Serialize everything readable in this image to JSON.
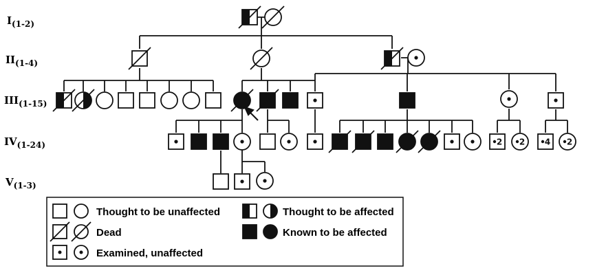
{
  "generations": [
    {
      "numeral": "I",
      "range": "(1-2)"
    },
    {
      "numeral": "II",
      "range": "(1-4)"
    },
    {
      "numeral": "III",
      "range": "(1-15)"
    },
    {
      "numeral": "IV",
      "range": "(1-24)"
    },
    {
      "numeral": "V",
      "range": "(1-3)"
    }
  ],
  "individuals": [
    {
      "gen": 1,
      "shape": "square",
      "status": "half",
      "dead": true
    },
    {
      "gen": 1,
      "shape": "circle",
      "status": "unaffected",
      "dead": true
    },
    {
      "gen": 2,
      "shape": "square",
      "status": "unaffected",
      "dead": true
    },
    {
      "gen": 2,
      "shape": "circle",
      "status": "unaffected",
      "dead": true
    },
    {
      "gen": 2,
      "shape": "square",
      "status": "half",
      "dead": true
    },
    {
      "gen": 2,
      "shape": "circle",
      "status": "examined",
      "dead": false
    },
    {
      "gen": 3,
      "shape": "square",
      "status": "half",
      "dead": true
    },
    {
      "gen": 3,
      "shape": "circle",
      "status": "half",
      "dead": true
    },
    {
      "gen": 3,
      "shape": "circle",
      "status": "unaffected",
      "dead": false
    },
    {
      "gen": 3,
      "shape": "square",
      "status": "unaffected",
      "dead": false
    },
    {
      "gen": 3,
      "shape": "square",
      "status": "unaffected",
      "dead": false
    },
    {
      "gen": 3,
      "shape": "circle",
      "status": "unaffected",
      "dead": false
    },
    {
      "gen": 3,
      "shape": "circle",
      "status": "unaffected",
      "dead": false
    },
    {
      "gen": 3,
      "shape": "square",
      "status": "unaffected",
      "dead": false
    },
    {
      "gen": 3,
      "shape": "circle",
      "status": "affected",
      "dead": true,
      "proband": true
    },
    {
      "gen": 3,
      "shape": "square",
      "status": "affected",
      "dead": true
    },
    {
      "gen": 3,
      "shape": "square",
      "status": "affected",
      "dead": false
    },
    {
      "gen": 3,
      "shape": "square",
      "status": "examined",
      "dead": false
    },
    {
      "gen": 3,
      "shape": "square",
      "status": "affected",
      "dead": false
    },
    {
      "gen": 3,
      "shape": "circle",
      "status": "examined",
      "dead": false
    },
    {
      "gen": 3,
      "shape": "square",
      "status": "examined",
      "dead": false
    },
    {
      "gen": 4,
      "shape": "square",
      "status": "examined",
      "dead": false
    },
    {
      "gen": 4,
      "shape": "square",
      "status": "affected",
      "dead": false
    },
    {
      "gen": 4,
      "shape": "square",
      "status": "affected",
      "dead": false
    },
    {
      "gen": 4,
      "shape": "circle",
      "status": "examined",
      "dead": false
    },
    {
      "gen": 4,
      "shape": "square",
      "status": "unaffected",
      "dead": false
    },
    {
      "gen": 4,
      "shape": "circle",
      "status": "examined",
      "dead": false
    },
    {
      "gen": 4,
      "shape": "square",
      "status": "examined",
      "dead": false
    },
    {
      "gen": 4,
      "shape": "square",
      "status": "affected",
      "dead": true
    },
    {
      "gen": 4,
      "shape": "square",
      "status": "affected",
      "dead": true
    },
    {
      "gen": 4,
      "shape": "square",
      "status": "affected",
      "dead": false
    },
    {
      "gen": 4,
      "shape": "circle",
      "status": "affected",
      "dead": true
    },
    {
      "gen": 4,
      "shape": "circle",
      "status": "affected",
      "dead": true
    },
    {
      "gen": 4,
      "shape": "square",
      "status": "examined",
      "dead": false
    },
    {
      "gen": 4,
      "shape": "circle",
      "status": "examined",
      "dead": false
    },
    {
      "gen": 4,
      "shape": "square",
      "status": "examined",
      "count": "2"
    },
    {
      "gen": 4,
      "shape": "circle",
      "status": "examined",
      "count": "2"
    },
    {
      "gen": 4,
      "shape": "square",
      "status": "examined",
      "count": "4"
    },
    {
      "gen": 4,
      "shape": "circle",
      "status": "examined",
      "count": "2"
    },
    {
      "gen": 5,
      "shape": "square",
      "status": "unaffected",
      "dead": false
    },
    {
      "gen": 5,
      "shape": "square",
      "status": "examined",
      "dead": false
    },
    {
      "gen": 5,
      "shape": "circle",
      "status": "examined",
      "dead": false
    }
  ],
  "legend": [
    {
      "key": "unaffected",
      "label": "Thought to be unaffected"
    },
    {
      "key": "dead",
      "label": "Dead"
    },
    {
      "key": "examined",
      "label": "Examined, unaffected"
    },
    {
      "key": "half",
      "label": "Thought to be affected"
    },
    {
      "key": "affected",
      "label": "Known to be affected"
    }
  ]
}
